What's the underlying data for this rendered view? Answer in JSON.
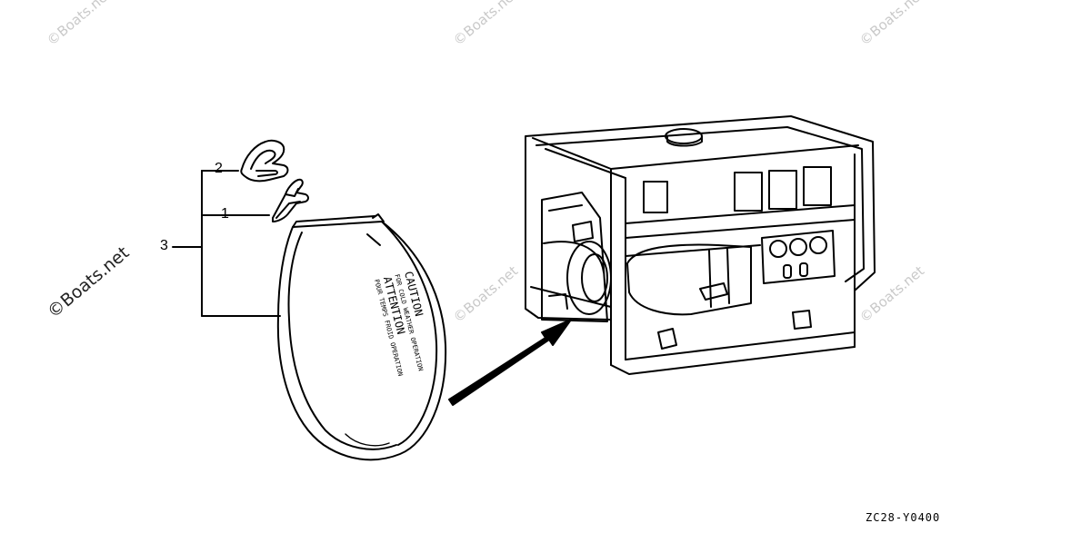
{
  "watermark": {
    "text": "©Boats.net"
  },
  "callouts": [
    {
      "number": "1",
      "part": "clip"
    },
    {
      "number": "2",
      "part": "clip"
    },
    {
      "number": "3",
      "part": "caution-label-band"
    }
  ],
  "label_text": {
    "line1": "CAUTION",
    "line2": "FOR COLD WEATHER OPERATION",
    "line3": "ATTENTION",
    "line4": "POUR TEMPS FROID OPERATION"
  },
  "reference_code": "ZC28-Y0400",
  "icons": [
    "clip-icon",
    "arrow-icon",
    "generator-icon",
    "band-icon"
  ]
}
